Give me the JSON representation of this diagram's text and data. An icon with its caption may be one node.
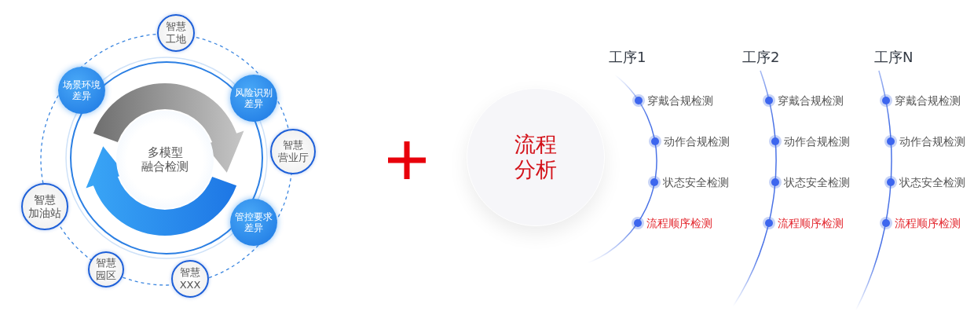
{
  "diagram": {
    "nodes": [
      {
        "text": [
          "多模型融合检测"
        ]
      },
      {
        "text": [
          "智慧工地"
        ]
      },
      {
        "text": [
          "风险识别差异"
        ]
      },
      {
        "text": [
          "智慧营业厅"
        ]
      },
      {
        "text": [
          "管控要求差异"
        ]
      },
      {
        "text": [
          "智慧XXX"
        ]
      },
      {
        "text": [
          "智慧园区"
        ]
      },
      {
        "text": [
          "智慧加油站"
        ]
      },
      {
        "text": [
          "场景环境差异"
        ]
      },
      {
        "text": [
          "流程分析"
        ]
      }
    ],
    "labels": [
      "工序1",
      "穿戴合规检测",
      "动作合规检测",
      "状态安全检测",
      "流程顺序检测",
      "工序2",
      "穿戴合规检测",
      "动作合规检测",
      "状态安全检测",
      "流程顺序检测",
      "工序N",
      "穿戴合规检测",
      "动作合规检测",
      "状态安全检测",
      "流程顺序检测"
    ]
  }
}
